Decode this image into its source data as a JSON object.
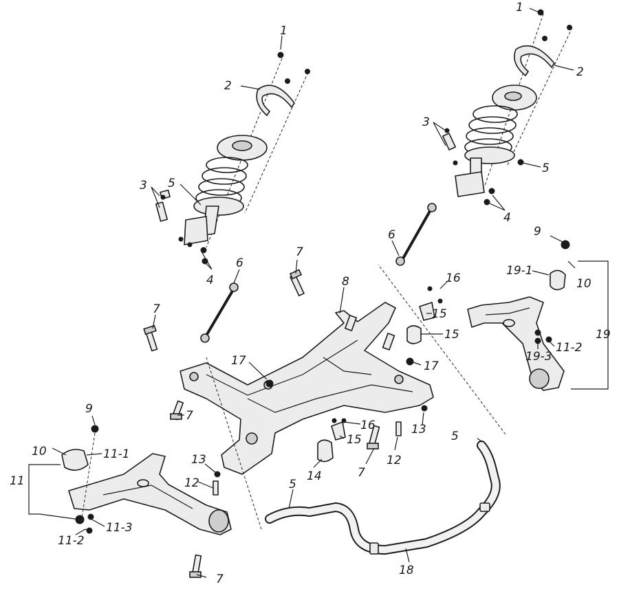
{
  "labels": {
    "l_1": "1",
    "r_1": "1",
    "l_2": "2",
    "r_2": "2",
    "l_3": "3",
    "r_3": "3",
    "l_4": "4",
    "r_4": "4",
    "l_5": "5",
    "r_5": "5",
    "l_6": "6",
    "r_6": "6",
    "c_7a": "7",
    "c_7b": "7",
    "c_7c": "7",
    "c_7d": "7",
    "c_7e": "7",
    "c_8": "8",
    "l_9": "9",
    "r_9": "9",
    "l_10": "10",
    "r_10": "10",
    "l_11": "11",
    "l_11_1": "11-1",
    "l_11_2": "11-2",
    "l_11_3": "11-3",
    "r_11_2": "11-2",
    "c_12a": "12",
    "c_12b": "12",
    "c_13a": "13",
    "c_13b": "13",
    "c_14": "14",
    "c_15a": "15",
    "c_15b": "15",
    "c_15c": "15",
    "c_16a": "16",
    "c_16b": "16",
    "c_17a": "17",
    "c_17b": "17",
    "c_18": "18",
    "c_5b": "5",
    "c_5c": "5",
    "r_19": "19",
    "r_19_1": "19-1",
    "r_19_3": "19-3"
  }
}
